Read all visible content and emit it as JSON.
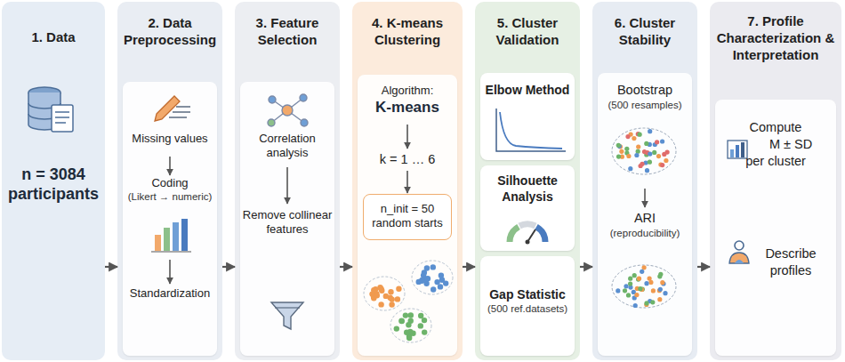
{
  "diagram": {
    "nodes": [
      {
        "text": [
          "1. Data",
          "n = 3084 participants"
        ]
      },
      {
        "text": [
          "2. Data Preprocessing"
        ]
      },
      {
        "text": [
          "Missing values"
        ],
        "in": 1
      },
      {
        "text": [
          "Coding",
          "(Likert → numeric)"
        ],
        "in": 1
      },
      {
        "text": [
          "Standardization"
        ],
        "in": 1
      },
      {
        "text": [
          "3. Feature Selection"
        ]
      },
      {
        "text": [
          "Correlation analysis"
        ],
        "in": 5
      },
      {
        "text": [
          "Remove collinear features"
        ],
        "in": 5
      },
      {
        "text": [
          "4. K-means Clustering"
        ]
      },
      {
        "text": [
          "Algorithm:",
          "K-means"
        ],
        "in": 8
      },
      {
        "text": [
          "k = 1 … 6"
        ],
        "in": 8
      },
      {
        "text": [
          "n_init = 50 random starts"
        ],
        "in": 8
      },
      {
        "text": [
          "5. Cluster Validation"
        ]
      },
      {
        "text": [
          "Elbow Method"
        ],
        "in": 12
      },
      {
        "text": [
          "Silhouette Analysis"
        ],
        "in": 12
      },
      {
        "text": [
          "Gap Statistic",
          "(500 ref.datasets)"
        ],
        "in": 12
      },
      {
        "text": [
          "6. Cluster Stability"
        ]
      },
      {
        "text": [
          "Bootstrap",
          "(500 resamples)"
        ],
        "in": 16
      },
      {
        "text": [
          "ARI",
          "(reproducibility)"
        ],
        "in": 16
      },
      {
        "text": [
          "7. Profile Characterization & Interpretation"
        ]
      },
      {
        "text": [
          "Compute",
          "M ± SD",
          "per cluster"
        ],
        "in": 19
      },
      {
        "text": [
          "Describe profiles"
        ],
        "in": 19
      }
    ],
    "edges": [
      {
        "from": 0,
        "to": 1,
        "arrow": "to"
      },
      {
        "from": 1,
        "to": 5,
        "arrow": "to"
      },
      {
        "from": 5,
        "to": 8,
        "arrow": "to"
      },
      {
        "from": 8,
        "to": 12,
        "arrow": "to"
      },
      {
        "from": 12,
        "to": 16,
        "arrow": "to"
      },
      {
        "from": 16,
        "to": 19,
        "arrow": "to"
      },
      {
        "from": 2,
        "to": 3,
        "arrow": "to"
      },
      {
        "from": 3,
        "to": 4,
        "arrow": "to"
      },
      {
        "from": 6,
        "to": 7,
        "arrow": "to"
      },
      {
        "from": 9,
        "to": 10,
        "arrow": "to"
      },
      {
        "from": 10,
        "to": 11,
        "arrow": "to"
      },
      {
        "from": 17,
        "to": 18,
        "arrow": "to"
      }
    ]
  }
}
